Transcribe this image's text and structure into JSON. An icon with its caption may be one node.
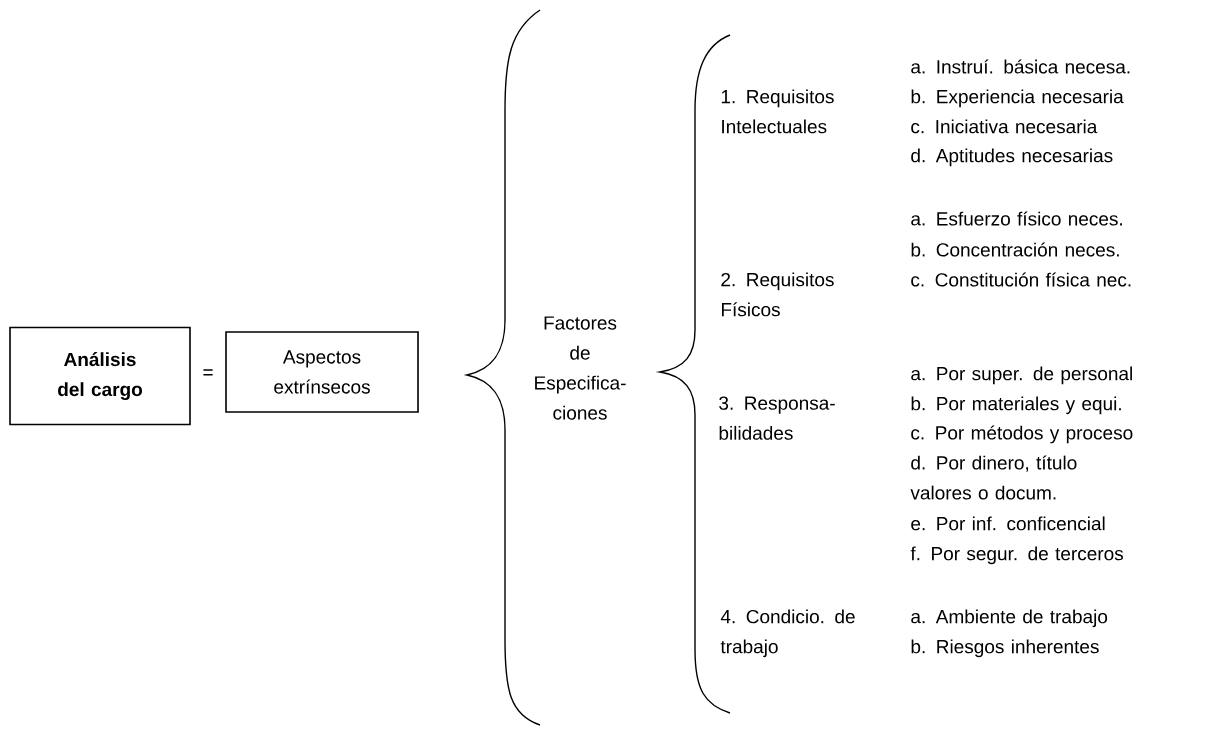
{
  "diagram": {
    "nodes": [
      {
        "text": [
          "Análisis del cargo"
        ]
      },
      {
        "text": [
          "Aspectos extrínsecos"
        ]
      }
    ],
    "labels": [
      "=",
      "Factores de Especifica- ciones",
      "1. Requisitos Intelectuales",
      "a. Instruí. básica necesa.",
      "b. Experiencia necesaria",
      "c. Iniciativa necesaria",
      "d. Aptitudes necesarias",
      "2. Requisitos Físicos",
      "a. Esfuerzo físico neces.",
      "b. Concentración neces.",
      "c. Constitución física nec.",
      "3. Responsa- bilidades",
      "a. Por super. de personal",
      "b. Por materiales y equi.",
      "c. Por métodos y proceso",
      "d. Por dinero, título valores o docum.",
      "e. Por inf. conficencial",
      "f. Por segur. de terceros",
      "4. Condicio. de trabajo",
      "a. Ambiente de trabajo",
      "b. Riesgos inherentes"
    ]
  }
}
